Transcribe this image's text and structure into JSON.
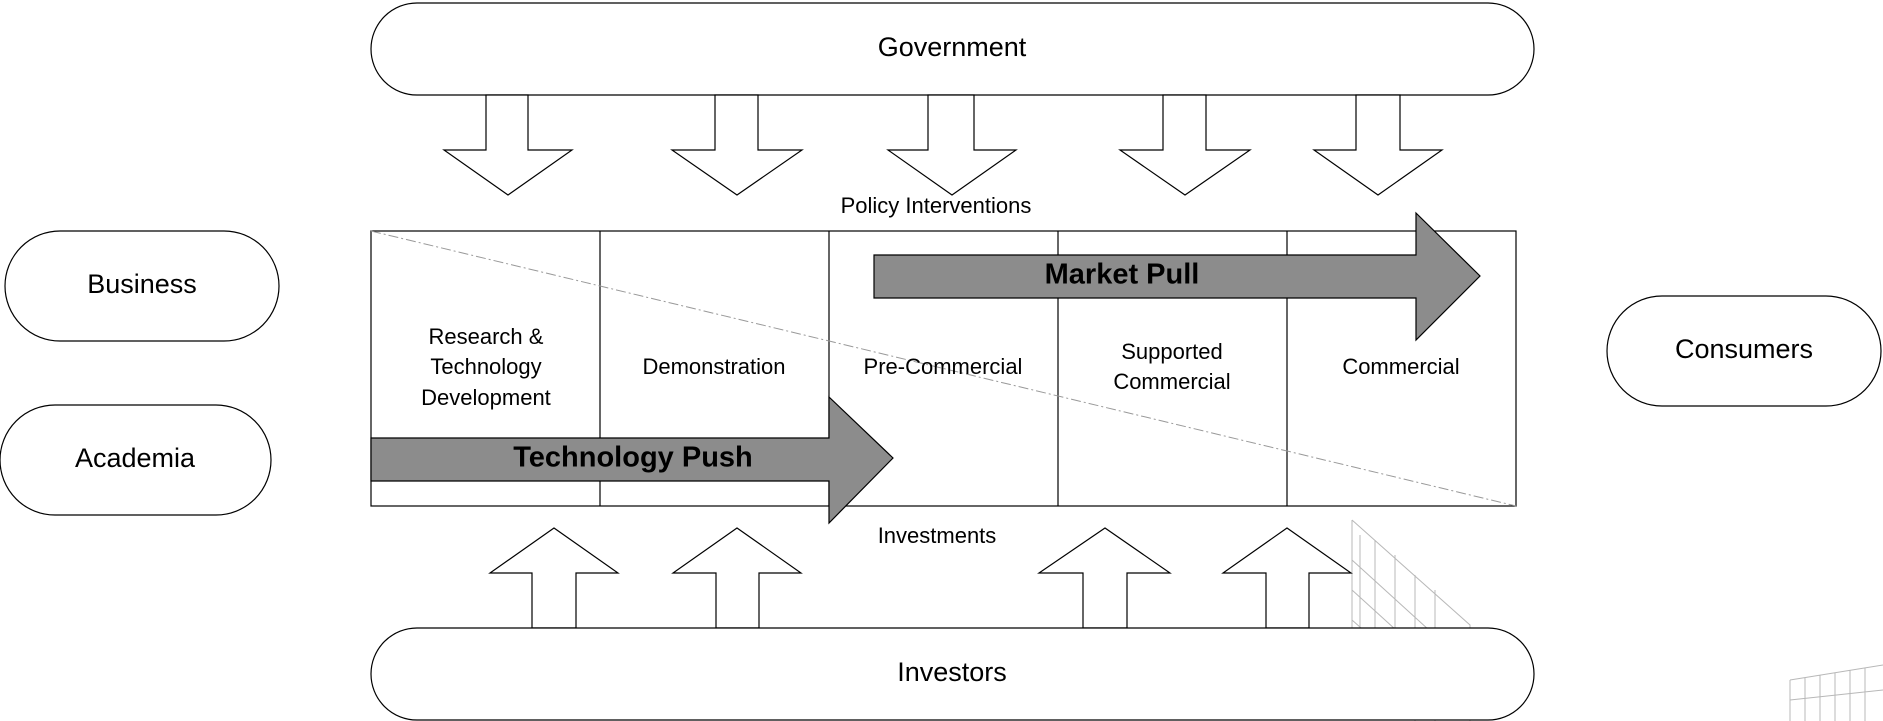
{
  "actors": {
    "government": "Government",
    "investors": "Investors",
    "business": "Business",
    "academia": "Academia",
    "consumers": "Consumers"
  },
  "labels": {
    "policy": "Policy Interventions",
    "investments": "Investments"
  },
  "stages": [
    {
      "lines": [
        "Research &",
        "Technology",
        "Development"
      ]
    },
    {
      "lines": [
        "Demonstration"
      ]
    },
    {
      "lines": [
        "Pre-Commercial"
      ]
    },
    {
      "lines": [
        "Supported",
        "Commercial"
      ]
    },
    {
      "lines": [
        "Commercial"
      ]
    }
  ],
  "arrows": {
    "market_pull": "Market Pull",
    "technology_push": "Technology Push"
  }
}
